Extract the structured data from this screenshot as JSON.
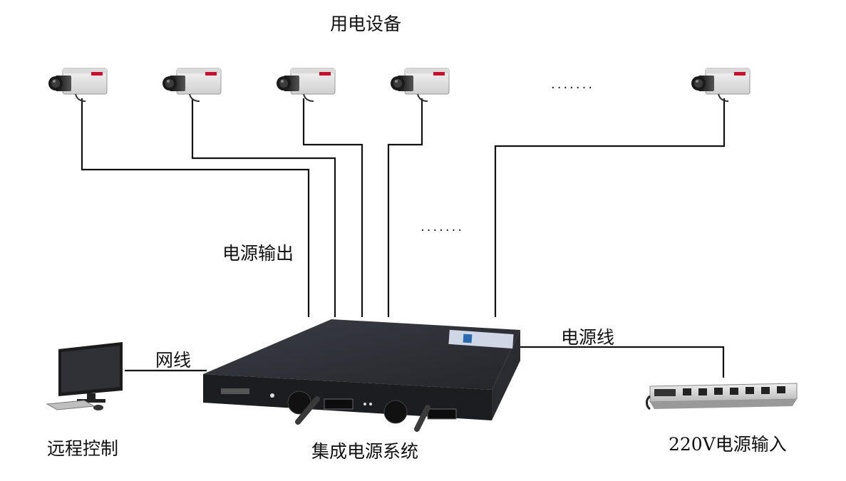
{
  "diagram": {
    "title": "用电设备",
    "labels": {
      "power_output": "电源输出",
      "network_cable": "网线",
      "power_cable": "电源线",
      "remote_control": "远程控制",
      "integrated_power_system": "集成电源系统",
      "power_input": "220V电源输入"
    },
    "ellipsis_top": ".......",
    "ellipsis_middle": ".......",
    "device_count": 5
  },
  "colors": {
    "line": "#111111",
    "device_body": "#2b2d31",
    "camera_body": "#e9e9e9",
    "brand_red": "#c8102e"
  }
}
